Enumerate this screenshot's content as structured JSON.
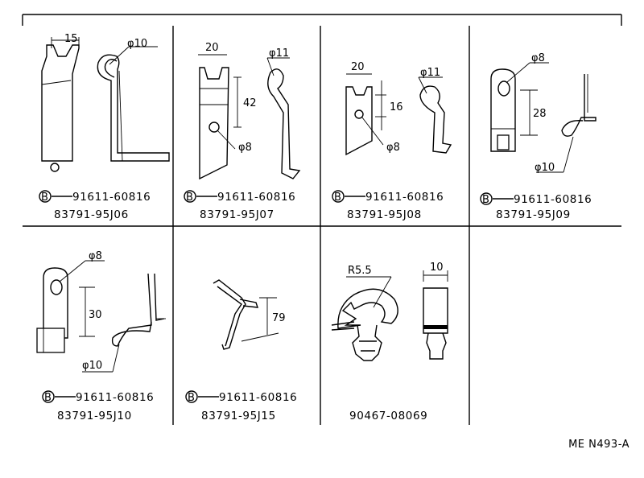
{
  "sheet_code": "ME  N493-A",
  "bolt_marker": "B",
  "cells": [
    {
      "id": "j06",
      "bolt_part": "91611-60816",
      "clamp_part": "83791-95J06",
      "dims": [
        "15",
        "φ10"
      ]
    },
    {
      "id": "j07",
      "bolt_part": "91611-60816",
      "clamp_part": "83791-95J07",
      "dims": [
        "20",
        "42",
        "φ11",
        "φ8"
      ]
    },
    {
      "id": "j08",
      "bolt_part": "91611-60816",
      "clamp_part": "83791-95J08",
      "dims": [
        "20",
        "16",
        "φ11",
        "φ8"
      ]
    },
    {
      "id": "j09",
      "bolt_part": "91611-60816",
      "clamp_part": "83791-95J09",
      "dims": [
        "φ8",
        "28",
        "φ10"
      ]
    },
    {
      "id": "j10",
      "bolt_part": "91611-60816",
      "clamp_part": "83791-95J10",
      "dims": [
        "φ8",
        "30",
        "φ10"
      ]
    },
    {
      "id": "j15",
      "bolt_part": "91611-60816",
      "clamp_part": "83791-95J15",
      "dims": [
        "79"
      ]
    },
    {
      "id": "clip",
      "clamp_part": "90467-08069",
      "dims": [
        "R5.5",
        "10"
      ]
    }
  ]
}
